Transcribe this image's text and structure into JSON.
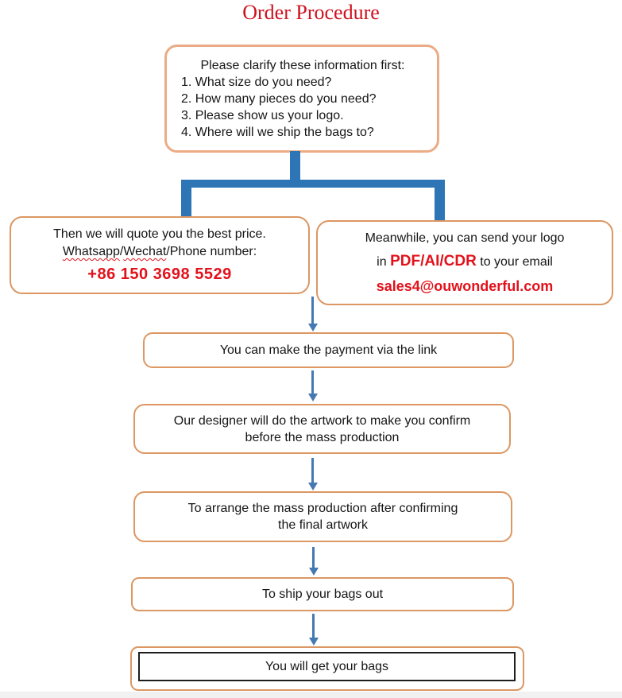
{
  "page": {
    "title": "Order Procedure"
  },
  "colors": {
    "title_red": "#CE121F",
    "accent_red": "#E3111B",
    "box_border_orange": "#DC9763",
    "box_border_orange_light": "#EBAC85",
    "connector_blue": "#2E75B6",
    "arrow_blue": "#4579B2",
    "text": "#151515"
  },
  "flow": {
    "clarify": {
      "heading": "Please clarify these information first:",
      "items": [
        "1. What size do you need?",
        "2. How many pieces do you need?",
        "3. Please show us your logo.",
        "4. Where will we ship the bags to?"
      ]
    },
    "quote": {
      "line1": "Then we will quote you the best price.",
      "wavy1": "Whatsapp",
      "sep": "/",
      "wavy2": "Wechat",
      "rest": "/Phone number:",
      "phone": "+86 150 3698 5529"
    },
    "logo": {
      "line1": "Meanwhile, you can send your logo",
      "prefix": "in ",
      "formats": "PDF/AI/CDR",
      "suffix": " to your email",
      "email": "sales4@ouwonderful.com"
    },
    "payment": {
      "text": "You can make the payment via the link"
    },
    "artwork": {
      "line1": "Our designer will do the artwork to make you confirm",
      "line2": "before the mass production"
    },
    "production": {
      "line1": "To arrange the mass production after confirming",
      "line2": "the final artwork"
    },
    "ship": {
      "text": "To ship your bags out"
    },
    "final": {
      "text": "You will get your bags"
    }
  }
}
